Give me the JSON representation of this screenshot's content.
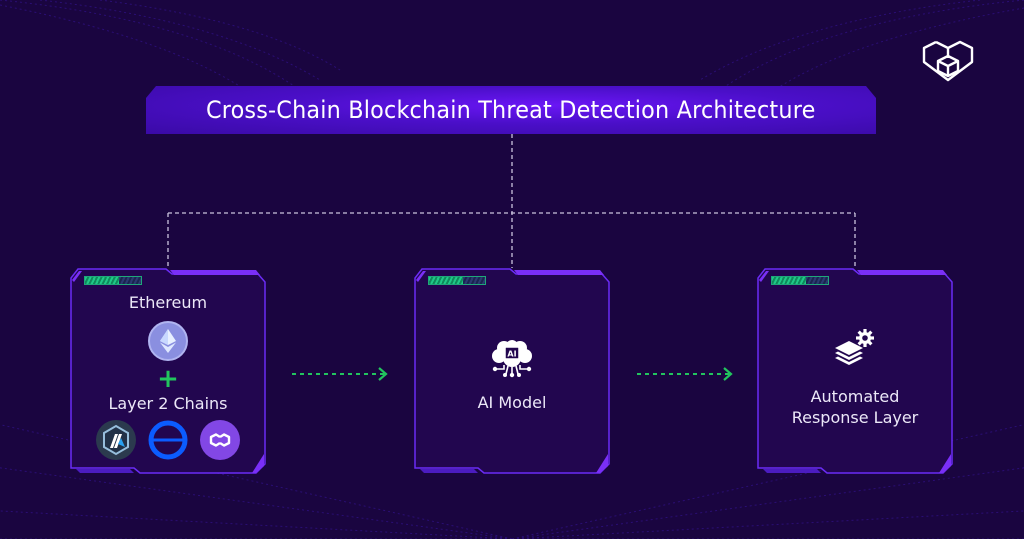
{
  "title": "Cross-Chain Blockchain Threat Detection Architecture",
  "logo": {
    "icon": "cube-heart-logo-icon"
  },
  "colors": {
    "background": "#1a0540",
    "banner": "#5a12e6",
    "card_fill": "#22064f",
    "card_border": "#6b2cf5",
    "arrow": "#22c55e",
    "connector": "#c9c3dc",
    "progress_fill": "#1fc887"
  },
  "cards": [
    {
      "id": "source",
      "label_top": "Ethereum",
      "top_icon": "ethereum-icon",
      "joiner": "+",
      "label_bottom": "Layer 2 Chains",
      "chain_icons": [
        "arbitrum-icon",
        "base-icon",
        "polygon-icon"
      ],
      "progress": 0.6
    },
    {
      "id": "ai",
      "icon": "ai-brain-icon",
      "label": "AI Model",
      "progress": 0.6
    },
    {
      "id": "response",
      "icon": "layers-gear-icon",
      "label_lines": [
        "Automated",
        "Response Layer"
      ],
      "progress": 0.6
    }
  ],
  "flow": [
    {
      "from": "source",
      "to": "ai",
      "style": "dashed-arrow"
    },
    {
      "from": "ai",
      "to": "response",
      "style": "dashed-arrow"
    }
  ]
}
